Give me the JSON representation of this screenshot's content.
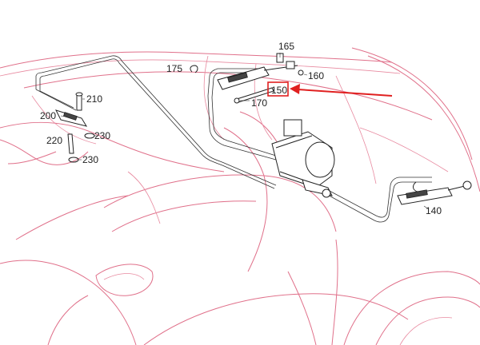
{
  "callouts": {
    "c165": "165",
    "c175": "175",
    "c160": "160",
    "c150": "150",
    "c170": "170",
    "c210": "210",
    "c200": "200",
    "c230a": "230",
    "c220": "220",
    "c230b": "230",
    "c140": "140"
  },
  "highlight": {
    "color": "#e02020"
  },
  "colors": {
    "body_outline": "#e0708a",
    "parts": "#222222"
  }
}
